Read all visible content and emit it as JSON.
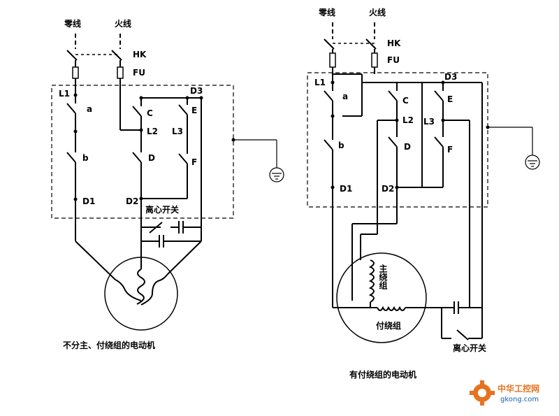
{
  "left": {
    "neutral": "零线",
    "live": "火线",
    "hk": "HK",
    "fu": "FU",
    "l1": "L1",
    "a": "a",
    "b": "b",
    "d1": "D1",
    "c": "C",
    "l2": "L2",
    "d": "D",
    "d2": "D2",
    "d3": "D3",
    "e": "E",
    "l3": "L3",
    "f": "F",
    "centrifugal": "离心开关",
    "caption": "不分主、付绕组的电动机"
  },
  "right": {
    "neutral": "零线",
    "live": "火线",
    "hk": "HK",
    "fu": "FU",
    "l1": "L1",
    "a": "a",
    "b": "b",
    "d1": "D1",
    "c": "C",
    "l2": "L2",
    "d": "D",
    "d2": "D2",
    "d3": "D3",
    "e": "E",
    "l3": "L3",
    "f": "F",
    "main_winding": "主绕组",
    "aux_winding": "付绕组",
    "centrifugal": "离心开关",
    "caption": "有付绕组的电动机"
  },
  "watermark": {
    "name": "中华工控网",
    "url": "gkong.com",
    "logo_icon": "gear-icon",
    "color_primary": "#e5731f",
    "color_secondary": "#1a5fb4"
  }
}
